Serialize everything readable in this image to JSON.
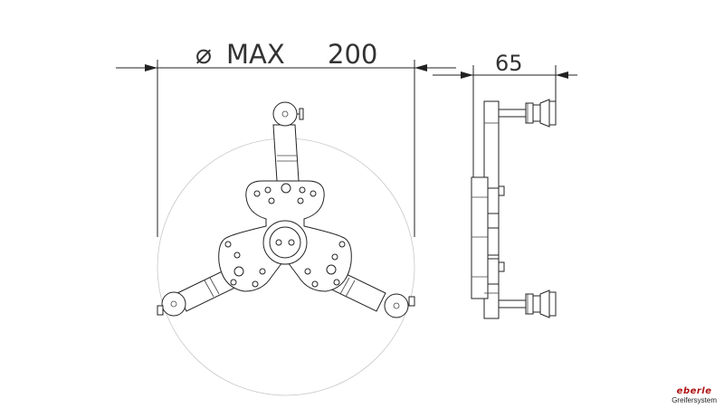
{
  "drawing": {
    "front_view": {
      "diameter_symbol": "⌀",
      "diameter_label": "MAX",
      "diameter_value": "200"
    },
    "side_view": {
      "depth_value": "65"
    }
  },
  "brand": {
    "logo_text": "eberle",
    "subtitle": "Greifersystem",
    "color": "#b01515"
  }
}
